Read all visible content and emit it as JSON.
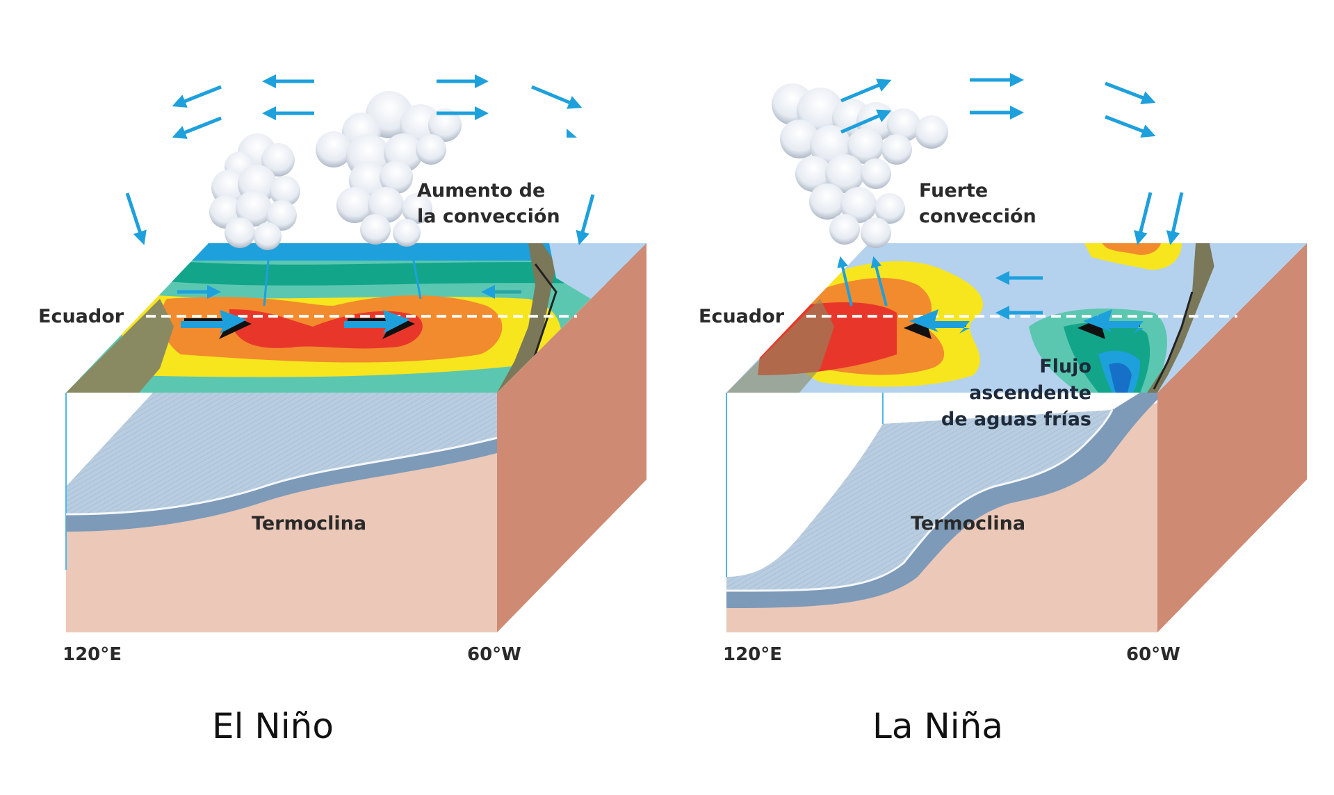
{
  "panels": [
    {
      "id": "el-nino",
      "title": "El Niño",
      "equator_label": "Ecuador",
      "convection_label_line1": "Aumento de",
      "convection_label_line2": "la convección",
      "thermocline_label": "Termoclina",
      "axis_left": "120°E",
      "axis_right": "60°W"
    },
    {
      "id": "la-nina",
      "title": "La Niña",
      "equator_label": "Ecuador",
      "convection_label_line1": "Fuerte",
      "convection_label_line2": "convección",
      "upwelling_label_line1": "Flujo",
      "upwelling_label_line2": "ascendente",
      "upwelling_label_line3": "de aguas frías",
      "thermocline_label": "Termoclina",
      "axis_left": "120°E",
      "axis_right": "60°W"
    }
  ],
  "colors": {
    "arrow_blue": "#1ea0dc",
    "ocean_warm_red": "#e8372a",
    "ocean_orange": "#f28a2e",
    "ocean_yellow": "#f7e51e",
    "ocean_teal": "#5cc7b0",
    "ocean_green": "#12a58a",
    "ocean_light_blue": "#b4d2ee",
    "cold_blue": "#1670c8",
    "box_front": "#ebc8b8",
    "box_side": "#cf8a73",
    "thermocline_band": "#7d9ab8",
    "upper_water": "#b8cde0"
  }
}
